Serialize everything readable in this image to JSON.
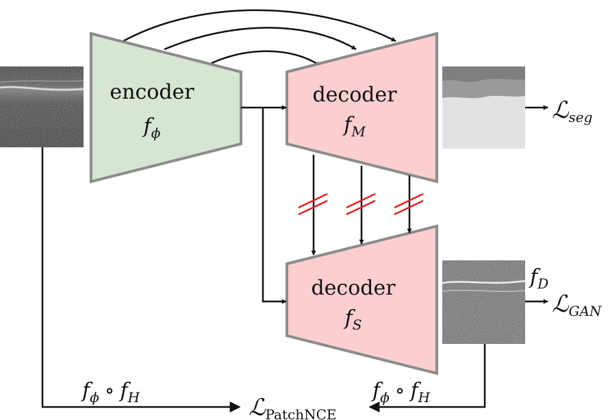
{
  "encoder": {
    "title": "encoder",
    "symbol": "f",
    "subscript": "ϕ"
  },
  "decoder_m": {
    "title": "decoder",
    "symbol": "f",
    "subscript": "M"
  },
  "decoder_s": {
    "title": "decoder",
    "symbol": "f",
    "subscript": "S"
  },
  "losses": {
    "seg": {
      "symbol": "ℒ",
      "subscript": "seg"
    },
    "gan": {
      "symbol": "ℒ",
      "subscript": "GAN"
    },
    "patchnce": {
      "symbol": "ℒ",
      "subscript": "PatchNCE"
    }
  },
  "discriminator": {
    "symbol": "f",
    "subscript": "D"
  },
  "projection_left": {
    "f1": "f",
    "s1": "ϕ",
    "op": "∘",
    "f2": "f",
    "s2": "H"
  },
  "projection_right": {
    "f1": "f",
    "s1": "ϕ",
    "op": "∘",
    "f2": "f",
    "s2": "H"
  },
  "colors": {
    "encoder_fill": "#d6e6d3",
    "decoder_fill": "#fbcfcf",
    "block_stroke": "#8c8c8c",
    "arrow": "#111111",
    "stop_gradient": "#e02020"
  }
}
